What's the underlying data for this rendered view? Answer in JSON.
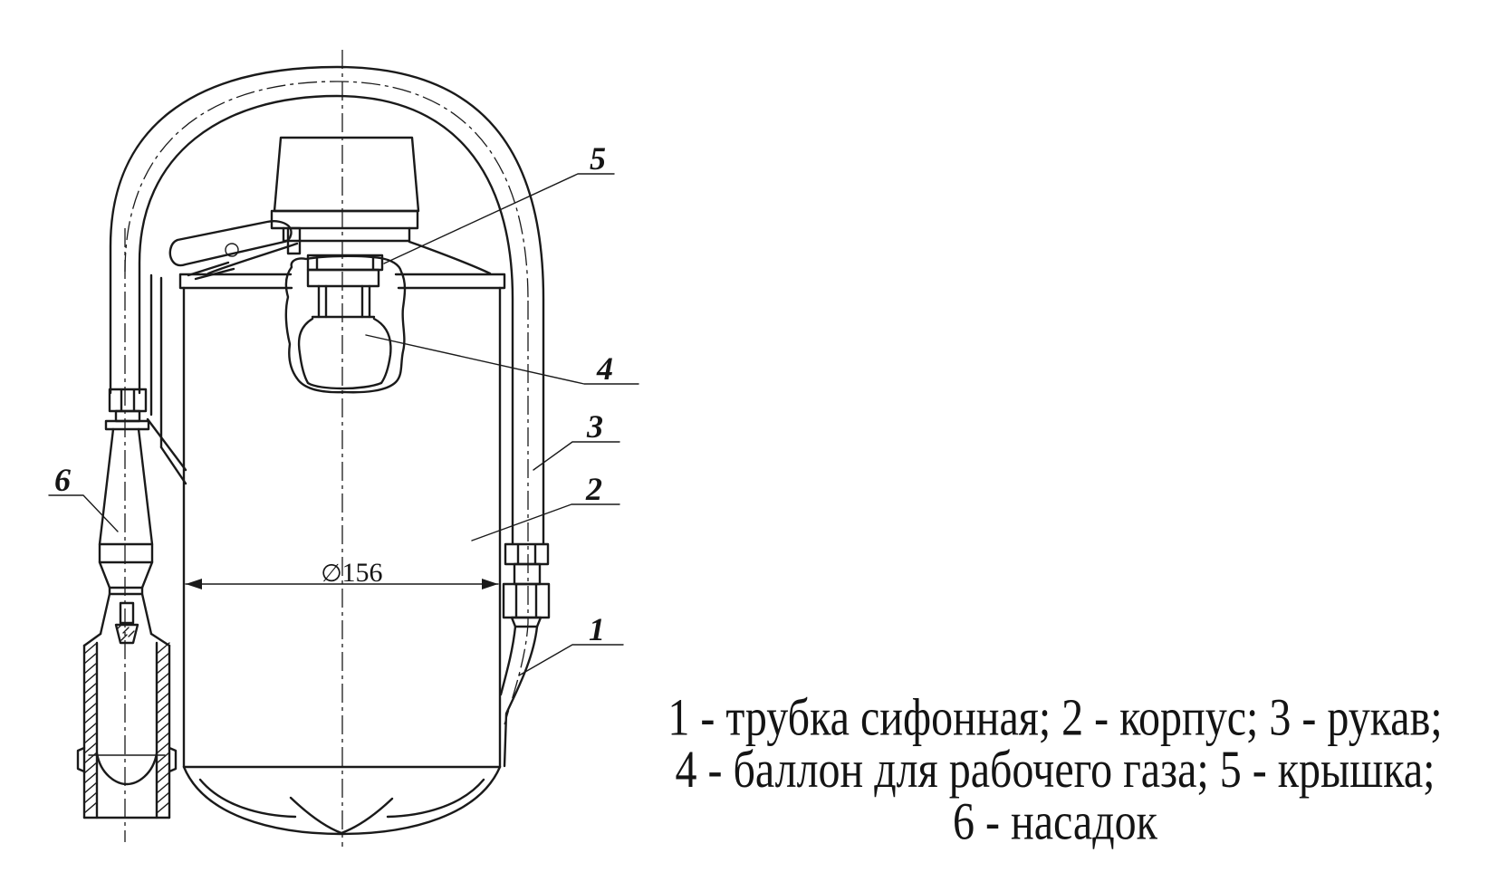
{
  "figure": {
    "background_color": "#ffffff",
    "ink_color": "#1a1a1a"
  },
  "drawing": {
    "dimension": {
      "symbol": "∅",
      "value": "156"
    },
    "callouts": [
      {
        "number": "1",
        "part": "трубка сифонная"
      },
      {
        "number": "2",
        "part": "корпус"
      },
      {
        "number": "3",
        "part": "рукав"
      },
      {
        "number": "4",
        "part": "баллон для рабочего газа"
      },
      {
        "number": "5",
        "part": "крышка"
      },
      {
        "number": "6",
        "part": "насадок"
      }
    ]
  },
  "caption": {
    "lines": [
      "1 - трубка сифонная; 2 - корпус; 3 - рукав;",
      "4 - баллон для рабочего газа; 5 - крышка;",
      "6 - насадок"
    ]
  }
}
